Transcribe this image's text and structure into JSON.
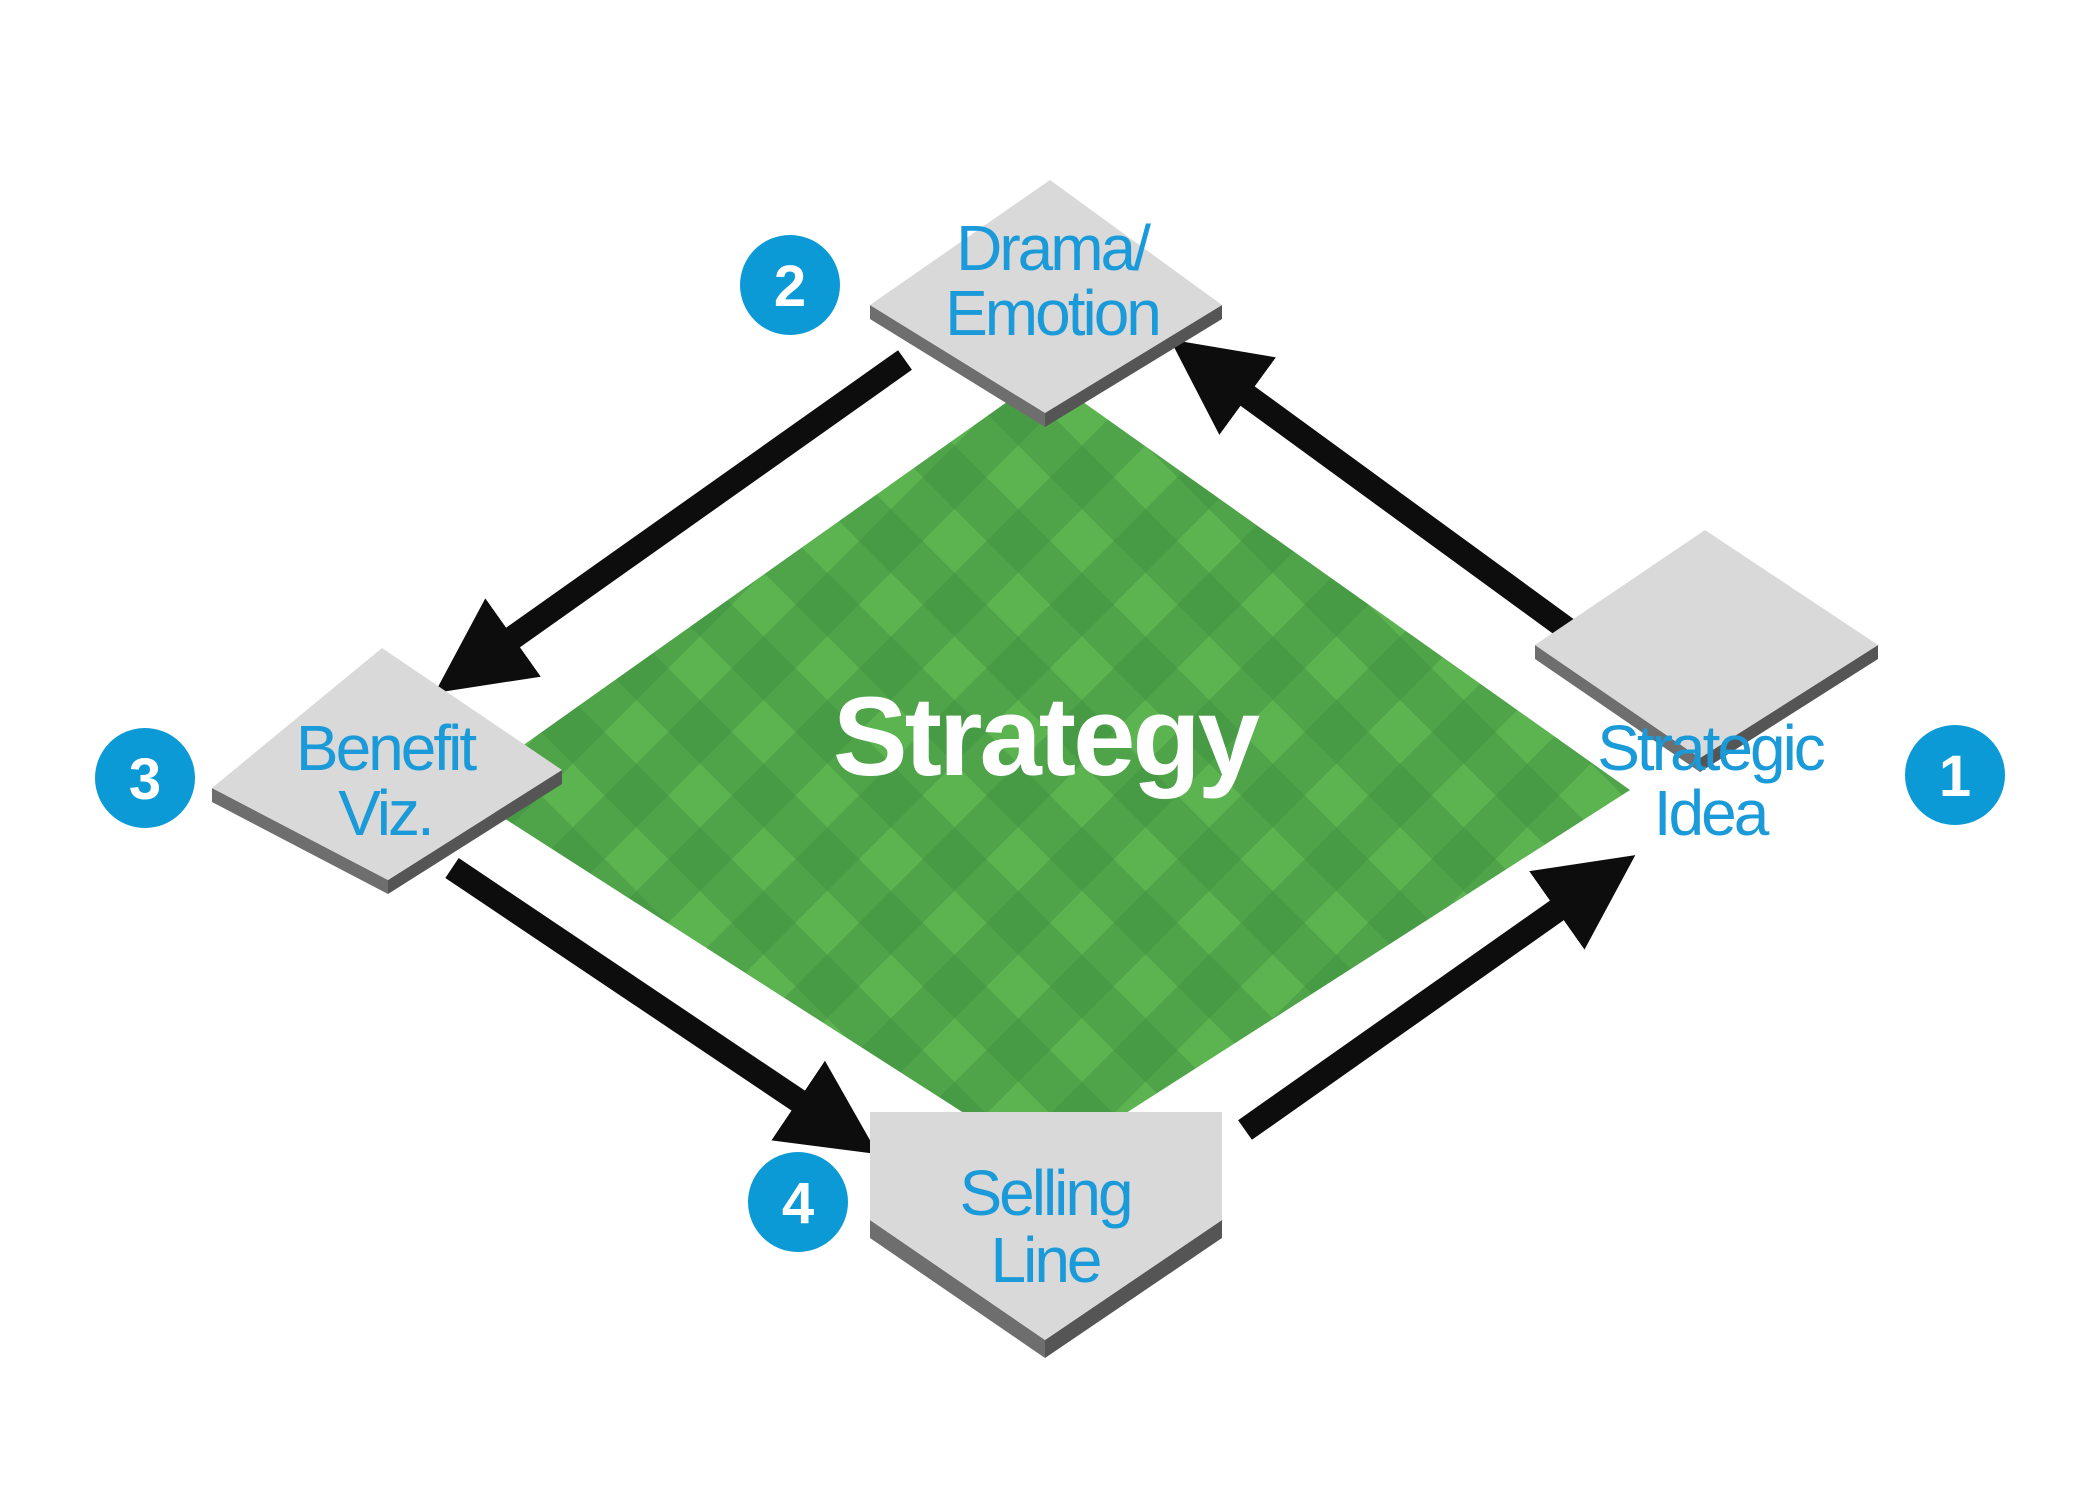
{
  "center_label": "Strategy",
  "bases": [
    {
      "id": "strategic-idea",
      "number": "1",
      "lines": [
        "Strategic",
        "Idea"
      ]
    },
    {
      "id": "drama-emotion",
      "number": "2",
      "lines": [
        "Drama/",
        "Emotion"
      ]
    },
    {
      "id": "benefit-viz",
      "number": "3",
      "lines": [
        "Benefit",
        "Viz."
      ]
    },
    {
      "id": "selling-line",
      "number": "4",
      "lines": [
        "Selling",
        "Line"
      ]
    }
  ],
  "colors": {
    "field_light": "#5cb450",
    "field_dark": "#3e9040",
    "base_fill": "#d9d9d9",
    "base_edge": "#6e6e6e",
    "base_text": "#1a9ad9",
    "badge_fill": "#0b9ad6",
    "badge_text": "#ffffff",
    "arrow": "#0d0d0d",
    "center_text": "#ffffff"
  },
  "icons": {
    "arrow": "arrow-icon",
    "badge": "number-badge-icon"
  }
}
